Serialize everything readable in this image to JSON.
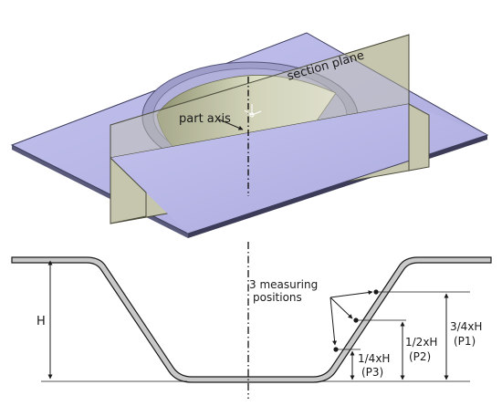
{
  "iso_view": {
    "labels": {
      "section_plane": "section plane",
      "part_axis": "part axis"
    },
    "colors": {
      "sheet": "#b9b8e8",
      "sheet_edge": "#3a3a5a",
      "section_plane": "#c6c5ad",
      "cone": "#d8dac0",
      "axis": "#111111"
    }
  },
  "cross_section": {
    "labels": {
      "total_height": "H",
      "measuring_note_line1": "3 measuring",
      "measuring_note_line2": "positions",
      "p1_line1": "3/4xH",
      "p1_line2": "(P1)",
      "p2_line1": "1/2xH",
      "p2_line2": "(P2)",
      "p3_line1": "1/4xH",
      "p3_line2": "(P3)"
    },
    "colors": {
      "profile_fill": "#c9c9c9",
      "outline": "#1a1a1a"
    }
  }
}
